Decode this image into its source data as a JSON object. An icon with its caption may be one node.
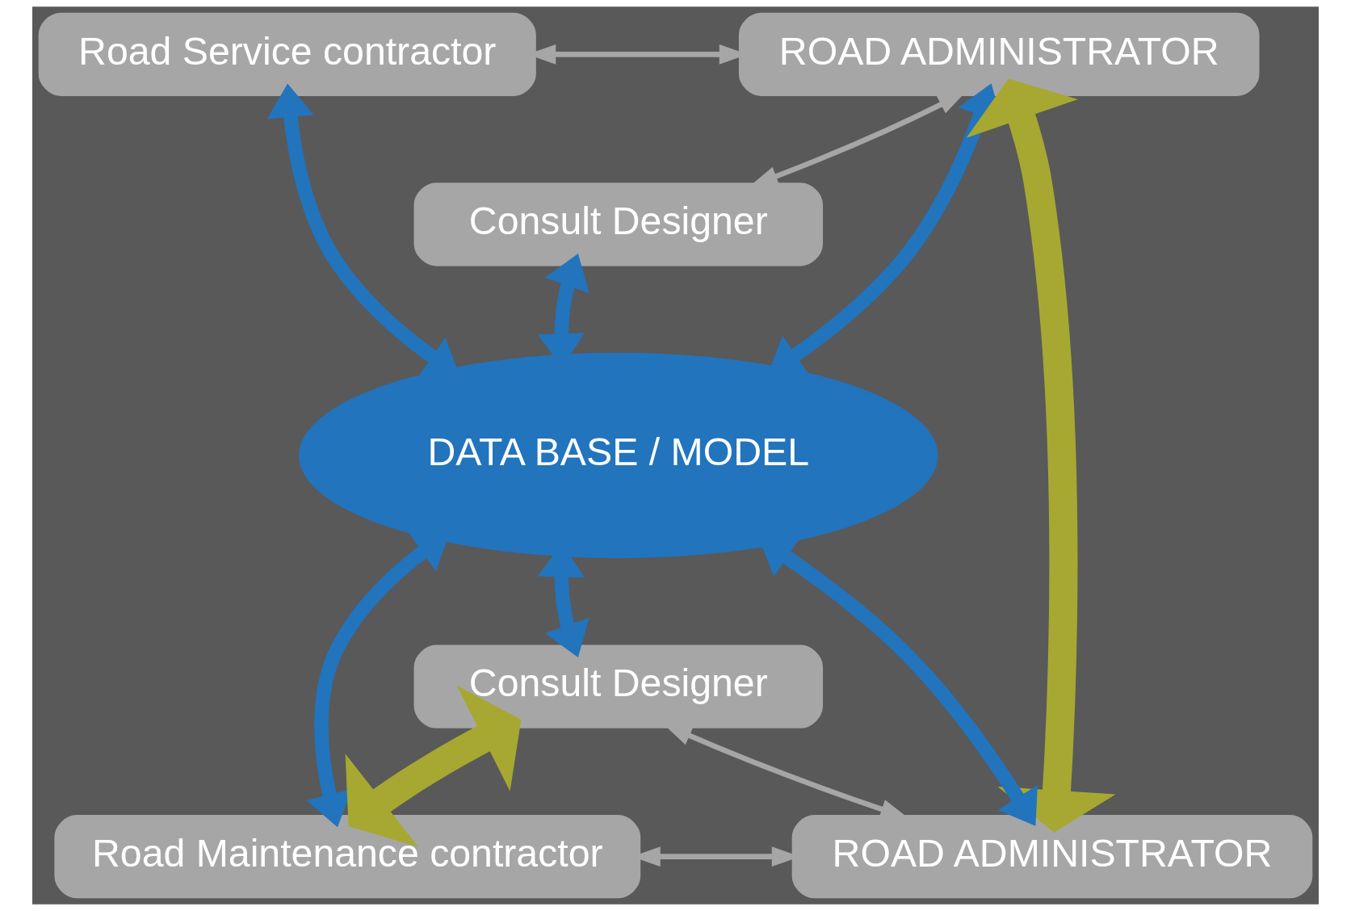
{
  "diagram": {
    "nodes": [
      {
        "text": [
          "Road Service contractor"
        ]
      },
      {
        "text": [
          "ROAD ADMINISTRATOR"
        ]
      },
      {
        "text": [
          "Consult Designer"
        ]
      },
      {
        "text": [
          "DATA BASE / MODEL"
        ]
      },
      {
        "text": [
          "Consult Designer"
        ]
      },
      {
        "text": [
          "Road Maintenance contractor"
        ]
      },
      {
        "text": [
          "ROAD ADMINISTRATOR"
        ]
      }
    ],
    "edges": [
      {
        "from": 0,
        "to": 1,
        "arrow": "both",
        "color": "#a6a6a6"
      },
      {
        "from": 2,
        "to": 1,
        "arrow": "both",
        "color": "#a6a6a6"
      },
      {
        "from": 0,
        "to": 3,
        "arrow": "both"
      },
      {
        "from": 2,
        "to": 3,
        "arrow": "both"
      },
      {
        "from": 1,
        "to": 3,
        "arrow": "both"
      },
      {
        "from": 3,
        "to": 4,
        "arrow": "both"
      },
      {
        "from": 3,
        "to": 5,
        "arrow": "both"
      },
      {
        "from": 3,
        "to": 6,
        "arrow": "both"
      },
      {
        "from": 4,
        "to": 5,
        "arrow": "both",
        "style": "thick",
        "color": "#a6a832"
      },
      {
        "from": 4,
        "to": 6,
        "arrow": "both",
        "color": "#a6a6a6"
      },
      {
        "from": 5,
        "to": 6,
        "arrow": "both",
        "color": "#a6a6a6"
      },
      {
        "from": 1,
        "to": 6,
        "arrow": "both",
        "style": "thick",
        "color": "#a6a832"
      }
    ]
  }
}
